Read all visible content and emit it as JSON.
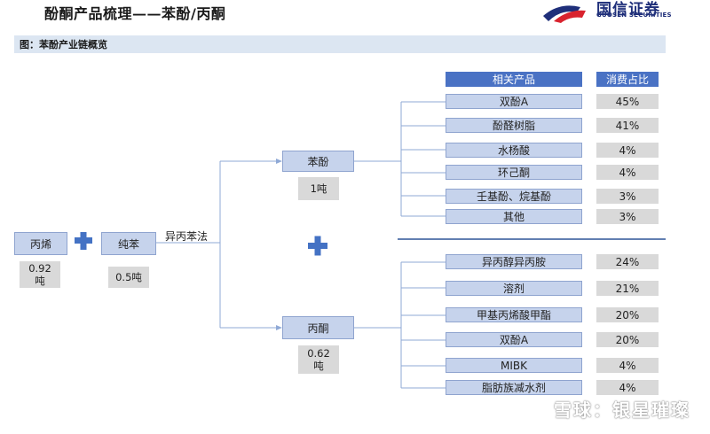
{
  "header": {
    "title": "酚酮产品梳理——苯酚/丙酮"
  },
  "logo": {
    "text": "国信证券",
    "sub": "GUOSEN SECURITIES",
    "colors": [
      "#1f2f7a",
      "#d9232e"
    ]
  },
  "subtitle": "图：苯酚产业链概览",
  "inputs": {
    "propylene": {
      "label": "丙烯",
      "qty": "0.92\n吨"
    },
    "benzene": {
      "label": "纯苯",
      "qty": "0.5吨"
    },
    "process": "异丙苯法"
  },
  "outputs": {
    "phenol": {
      "label": "苯酚",
      "qty": "1吨"
    },
    "acetone": {
      "label": "丙酮",
      "qty": "0.62\n吨"
    }
  },
  "table_headers": {
    "product": "相关产品",
    "share": "消费占比"
  },
  "phenol_products": [
    {
      "name": "双酚A",
      "share": "45%"
    },
    {
      "name": "酚醛树脂",
      "share": "41%"
    },
    {
      "name": "水杨酸",
      "share": "4%"
    },
    {
      "name": "环己酮",
      "share": "4%"
    },
    {
      "name": "壬基酚、烷基酚",
      "share": "3%"
    },
    {
      "name": "其他",
      "share": "3%"
    }
  ],
  "acetone_products": [
    {
      "name": "异丙醇异丙胺",
      "share": "24%"
    },
    {
      "name": "溶剂",
      "share": "21%"
    },
    {
      "name": "甲基丙烯酸甲酯",
      "share": "20%"
    },
    {
      "name": "双酚A",
      "share": "20%"
    },
    {
      "name": "MIBK",
      "share": "4%"
    },
    {
      "name": "脂肪族减水剂",
      "share": "4%"
    }
  ],
  "watermark": "雪球：银星璀璨",
  "colors": {
    "box": "#c6d3ec",
    "header": "#4a72c4",
    "plus": "#4472c4",
    "line": "#8fa9d6",
    "divider": "#2f5597"
  }
}
